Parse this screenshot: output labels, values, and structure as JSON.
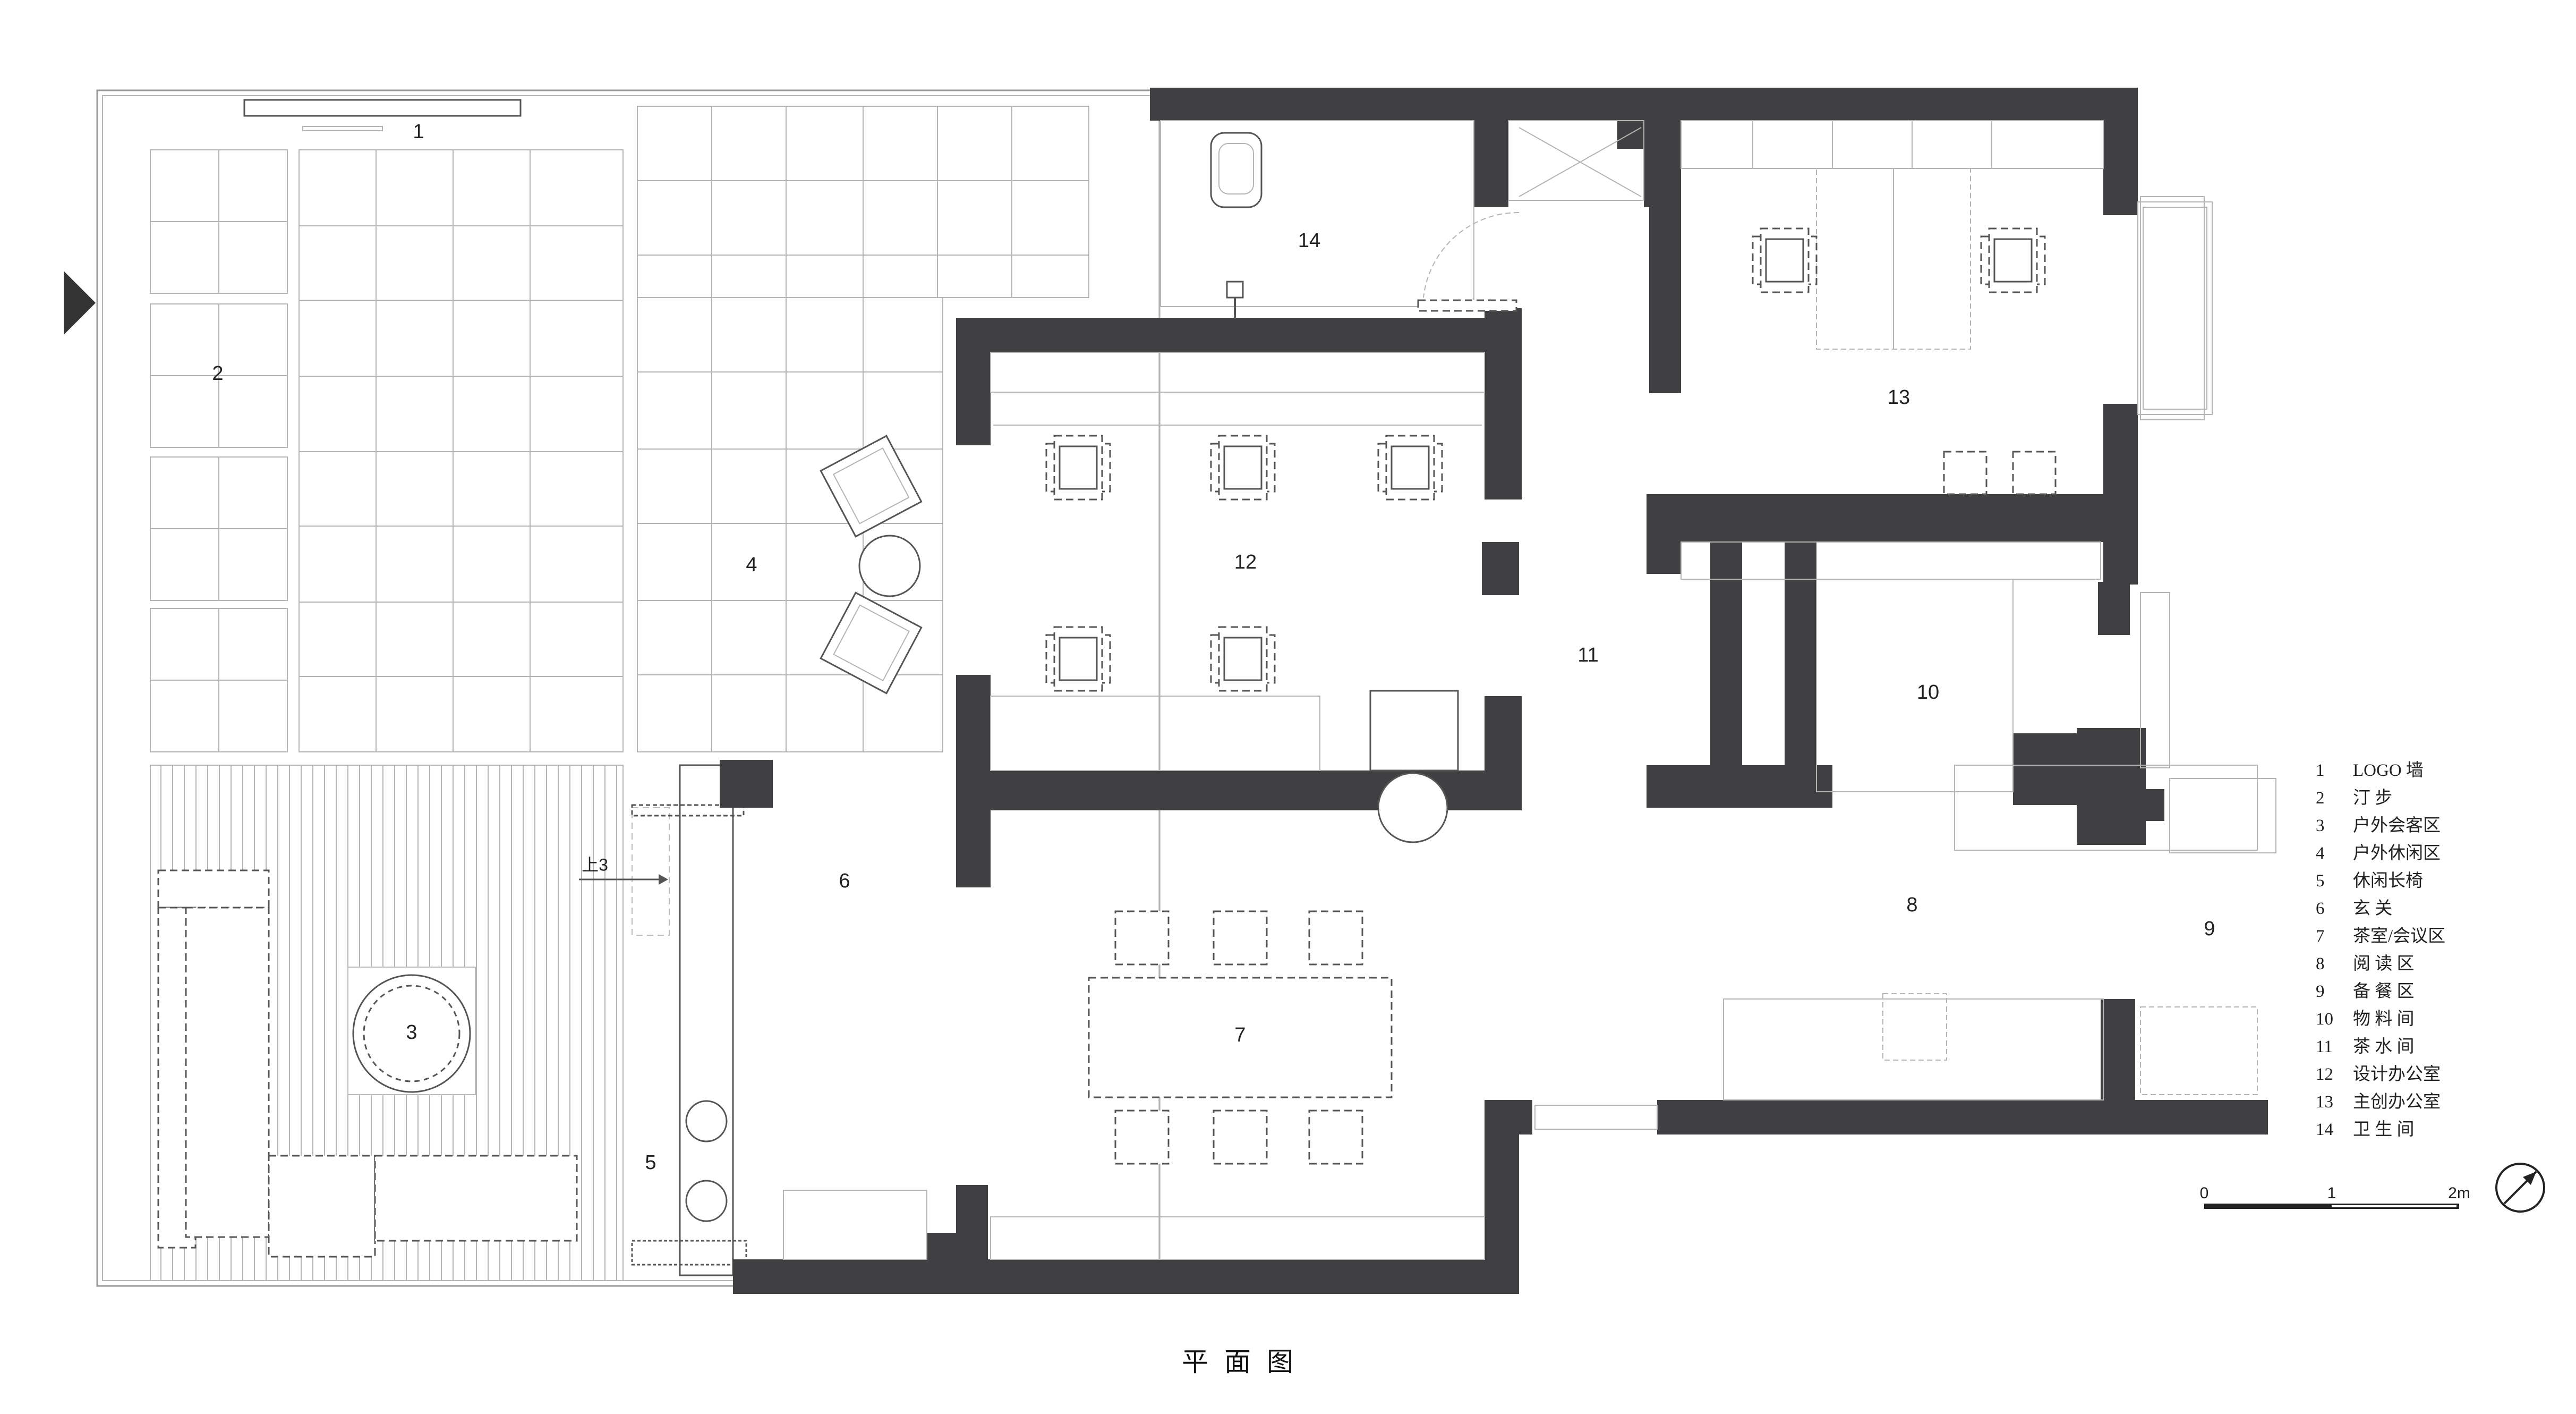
{
  "plan": {
    "title": "平面图",
    "entry_mark": "上3",
    "rooms": [
      {
        "num": "1",
        "name": "LOGO 墙"
      },
      {
        "num": "2",
        "name": "汀 步"
      },
      {
        "num": "3",
        "name": "户外会客区"
      },
      {
        "num": "4",
        "name": "户外休闲区"
      },
      {
        "num": "5",
        "name": "休闲长椅"
      },
      {
        "num": "6",
        "name": "玄 关"
      },
      {
        "num": "7",
        "name": "茶室/会议区"
      },
      {
        "num": "8",
        "name": "阅 读 区"
      },
      {
        "num": "9",
        "name": "备 餐 区"
      },
      {
        "num": "10",
        "name": "物 料 间"
      },
      {
        "num": "11",
        "name": "茶 水 间"
      },
      {
        "num": "12",
        "name": "设计办公室"
      },
      {
        "num": "13",
        "name": "主创办公室"
      },
      {
        "num": "14",
        "name": "卫 生 间"
      }
    ],
    "scale_bar": {
      "labels": [
        "0",
        "1",
        "2m"
      ]
    },
    "north_icon": "north-arrow-icon",
    "colors": {
      "wall": "#404042",
      "line": "#9a9a9a",
      "furniture": "#555555"
    }
  }
}
